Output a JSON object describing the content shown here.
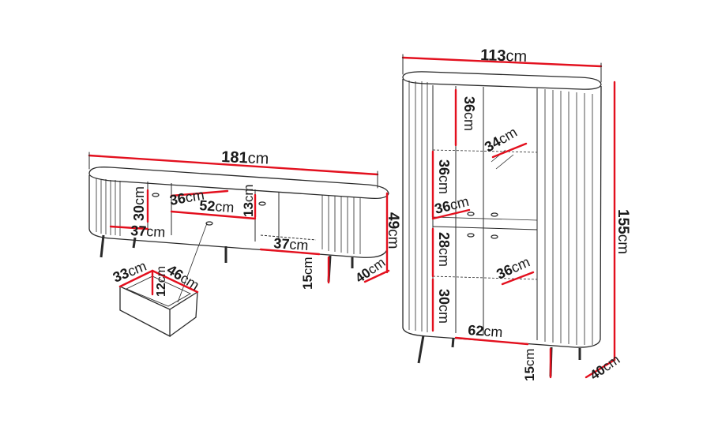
{
  "colors": {
    "dimension_line": "#e3101e",
    "outline": "#2a2a2a",
    "background": "#ffffff"
  },
  "unit": "cm",
  "tv_cabinet": {
    "width": "181",
    "height": "49",
    "depth": "40",
    "leg_height": "15",
    "left_shelf_width": "37",
    "right_shelf_width": "37",
    "compartment_height": "30",
    "shelf_width": "36",
    "drawer_front_width": "52",
    "drawer_front_height": "13"
  },
  "drawer": {
    "width": "46",
    "depth": "33",
    "height": "12"
  },
  "tall_cabinet": {
    "width": "113",
    "height": "155",
    "depth": "40",
    "leg_height": "15",
    "top_compartment_height": "36",
    "glass_shelf_width": "34",
    "glass_compartment_height": "36",
    "middle_shelf_width": "36",
    "lower_compartment_height": "28",
    "lower_shelf_width": "36",
    "bottom_compartment_height": "30",
    "base_width": "62"
  }
}
